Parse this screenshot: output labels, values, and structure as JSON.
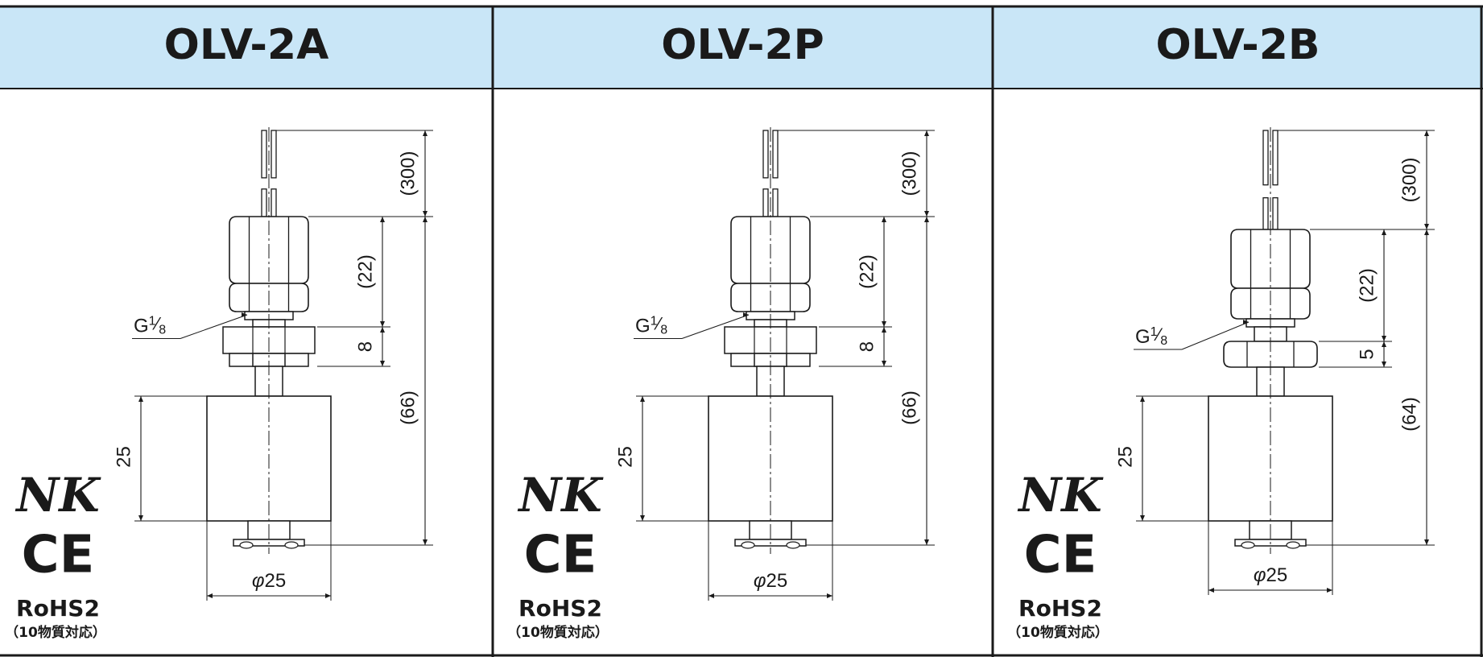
{
  "colors": {
    "header_fill": "#c9e6f7",
    "frame": "#1a1a1a",
    "line": "#1a1a1a"
  },
  "panels": [
    {
      "title": "OLV-2A",
      "dims": {
        "cable": "(300)",
        "nut": "(22)",
        "thread": "8",
        "total": "(66)",
        "float_h": "25",
        "float_d": "25"
      },
      "thread_label": "G",
      "thread_num": "1",
      "thread_den": "8",
      "phi": "φ"
    },
    {
      "title": "OLV-2P",
      "dims": {
        "cable": "(300)",
        "nut": "(22)",
        "thread": "8",
        "total": "(66)",
        "float_h": "25",
        "float_d": "25"
      },
      "thread_label": "G",
      "thread_num": "1",
      "thread_den": "8",
      "phi": "φ"
    },
    {
      "title": "OLV-2B",
      "dims": {
        "cable": "(300)",
        "nut": "(22)",
        "thread": "5",
        "total": "(64)",
        "float_h": "25",
        "float_d": "25"
      },
      "thread_label": "G",
      "thread_num": "1",
      "thread_den": "8",
      "phi": "φ"
    }
  ],
  "certs": {
    "nk_icon": "nk-mark-icon",
    "ce_icon": "ce-mark-icon",
    "nk_text": "NK",
    "ce_text": "CE",
    "rohs": "RoHS2",
    "rohs_note": "（10物質対応）"
  }
}
